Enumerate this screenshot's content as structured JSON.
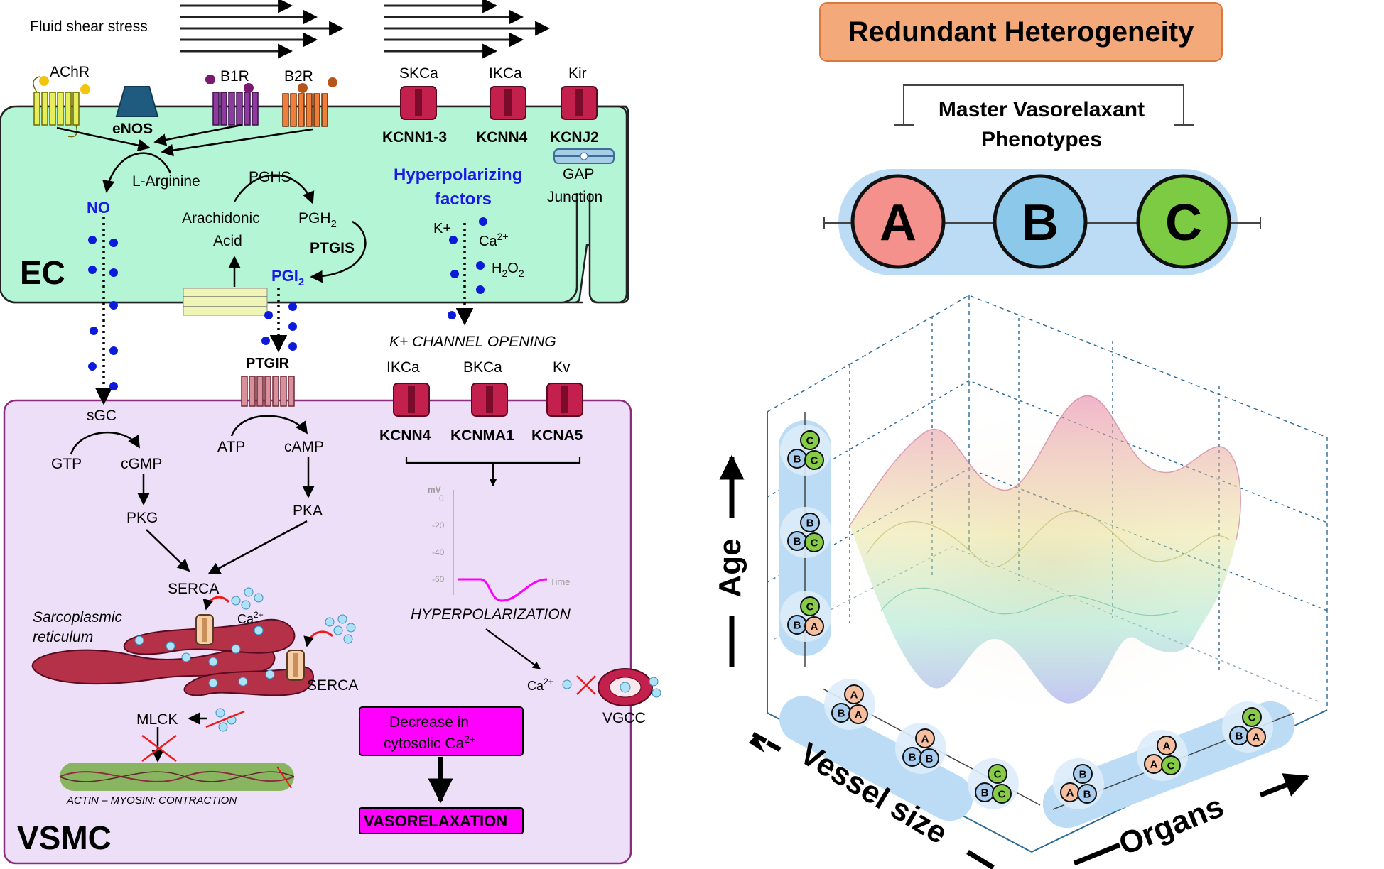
{
  "left": {
    "shear": {
      "label": "Fluid shear stress"
    },
    "ec": {
      "tag": "EC",
      "receptors": {
        "achr": "AChR",
        "enos": "eNOS",
        "b1r": "B1R",
        "b2r": "B2R"
      },
      "channels": {
        "skca": "SKCa",
        "skca_gene": "KCNN1-3",
        "ikca": "IKCa",
        "ikca_gene": "KCNN4",
        "kir": "Kir",
        "kir_gene": "KCNJ2"
      },
      "gap": {
        "line1": "GAP",
        "line2": "Junction"
      },
      "l_arginine": "L-Arginine",
      "no": "NO",
      "pghs": "PGHS",
      "arachidonic1": "Arachidonic",
      "arachidonic2": "Acid",
      "pgh2_base": "PGH",
      "pgh2_sub": "2",
      "ptgis": "PTGIS",
      "pgi2_base": "PGI",
      "pgi2_sub": "2",
      "hyper1": "Hyperpolarizing",
      "hyper2": "factors",
      "kplus": "K+",
      "ca_base": "Ca",
      "ca_sup": "2+",
      "h2o2_a": "H",
      "h2o2_b": "2",
      "h2o2_c": "O",
      "h2o2_d": "2"
    },
    "mid": {
      "k_opening": "K+ CHANNEL OPENING",
      "ptgir": "PTGIR",
      "ikca": "IKCa",
      "bkca": "BKCa",
      "kv": "Kv"
    },
    "vsmc": {
      "tag": "VSMC",
      "sgc": "sGC",
      "gtp": "GTP",
      "cgmp": "cGMP",
      "pkg": "PKG",
      "atp": "ATP",
      "camp": "cAMP",
      "pka": "PKA",
      "kcnn4": "KCNN4",
      "kcnma1": "KCNMA1",
      "kcna5": "KCNA5",
      "serca": "SERCA",
      "serca2": "SERCA",
      "sr1": "Sarcoplasmic",
      "sr2": "reticulum",
      "ca_base": "Ca",
      "ca_sup": "2+",
      "mlck": "MLCK",
      "actin": "ACTIN – MYOSIN: CONTRACTION",
      "hyperpol": "HYPERPOLARIZATION",
      "vgcc": "VGCC",
      "decrease1": "Decrease in",
      "decrease2_base": "cytosolic Ca",
      "decrease2_sup": "2+",
      "vasorelax": "VASORELAXATION",
      "mv_unit": "mV",
      "ticks": [
        "0",
        "-20",
        "-40",
        "-60"
      ],
      "time_label": "Time"
    },
    "colors": {
      "ec_fill": "#b4f5d6",
      "vsmc_fill": "#ecdff7",
      "dot_blue": "#0b1bd9",
      "magenta": "#ff00ff",
      "channel_red": "#c4204e"
    }
  },
  "right": {
    "title": "Redundant Heterogeneity",
    "subtitle1": "Master Vasorelaxant",
    "subtitle2": "Phenotypes",
    "circles": [
      {
        "label": "A",
        "color": "#f5918c"
      },
      {
        "label": "B",
        "color": "#8cc8ea"
      },
      {
        "label": "C",
        "color": "#7ccb42"
      }
    ],
    "axes": {
      "age": "Age",
      "vessel": "Vessel size",
      "organs": "Organs"
    },
    "age_groups": [
      [
        "C",
        "B",
        "C"
      ],
      [
        "B",
        "B",
        "C"
      ],
      [
        "C",
        "B",
        "A"
      ]
    ],
    "vessel_groups": [
      [
        "A",
        "B",
        "A"
      ],
      [
        "A",
        "B",
        "B"
      ],
      [
        "C",
        "B",
        "C"
      ]
    ],
    "organ_groups": [
      [
        "B",
        "A",
        "B"
      ],
      [
        "A",
        "A",
        "C"
      ],
      [
        "C",
        "B",
        "A"
      ]
    ],
    "colors": {
      "title_fill": "#f4a97a",
      "pill_fill": "#bcdcf5",
      "a": "#f5bfa0",
      "b": "#a9cdee",
      "c": "#86cc48"
    }
  }
}
